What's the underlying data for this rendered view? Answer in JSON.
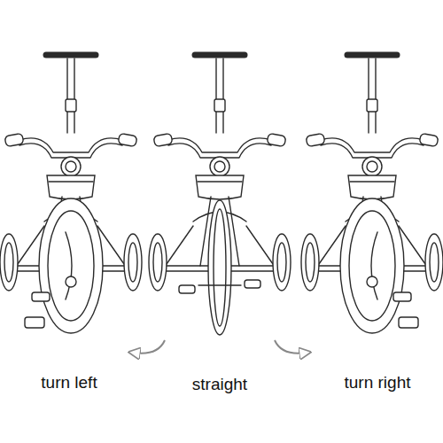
{
  "diagram": {
    "labels": [
      "turn left",
      "straight",
      "turn right"
    ]
  }
}
